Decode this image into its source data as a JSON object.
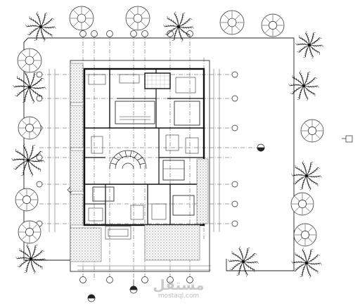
{
  "watermark": {
    "arabic": "مستقل",
    "latin": "mostaql.com"
  },
  "palms": [
    "palm-top-1",
    "palm-top-2",
    "palm-left-1",
    "palm-left-2",
    "palm-left-3",
    "palm-right-1",
    "palm-right-2",
    "palm-right-3",
    "palm-bottom-1",
    "palm-bottom-2"
  ],
  "trees": [
    "tree-top-1",
    "tree-top-2",
    "tree-top-3",
    "tree-top-4",
    "tree-left-1",
    "tree-left-2",
    "tree-left-3",
    "tree-right-1",
    "tree-right-2",
    "tree-right-3",
    "tree-bottom-1"
  ]
}
